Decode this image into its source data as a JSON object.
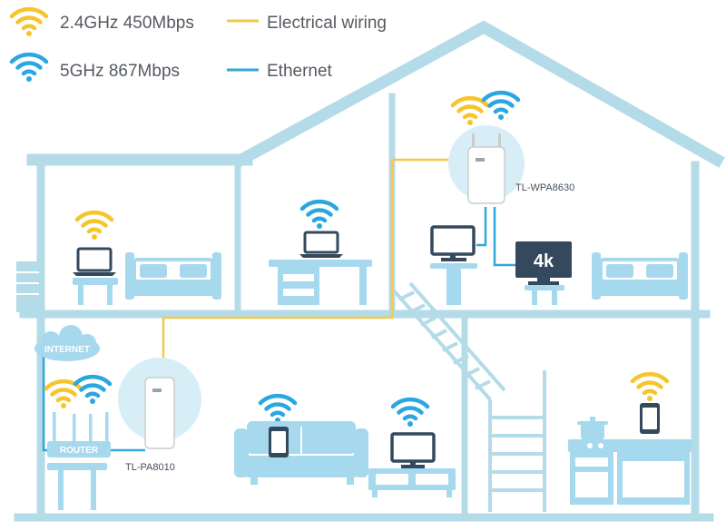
{
  "legend": {
    "wifi_24": "2.4GHz 450Mbps",
    "wifi_5": "5GHz 867Mbps",
    "electrical": "Electrical wiring",
    "ethernet": "Ethernet"
  },
  "labels": {
    "extender": "TL-WPA8630",
    "adapter": "TL-PA8010",
    "internet": "INTERNET",
    "router": "ROUTER",
    "tv_4k": "4k"
  },
  "colors": {
    "house": "#b4dbe8",
    "furniture": "#a6d8ee",
    "wifi_24": "#f6c52b",
    "wifi_5": "#2aa7e0",
    "electrical": "#f2c94c",
    "ethernet": "#34a7da",
    "device_dark": "#34495e"
  }
}
